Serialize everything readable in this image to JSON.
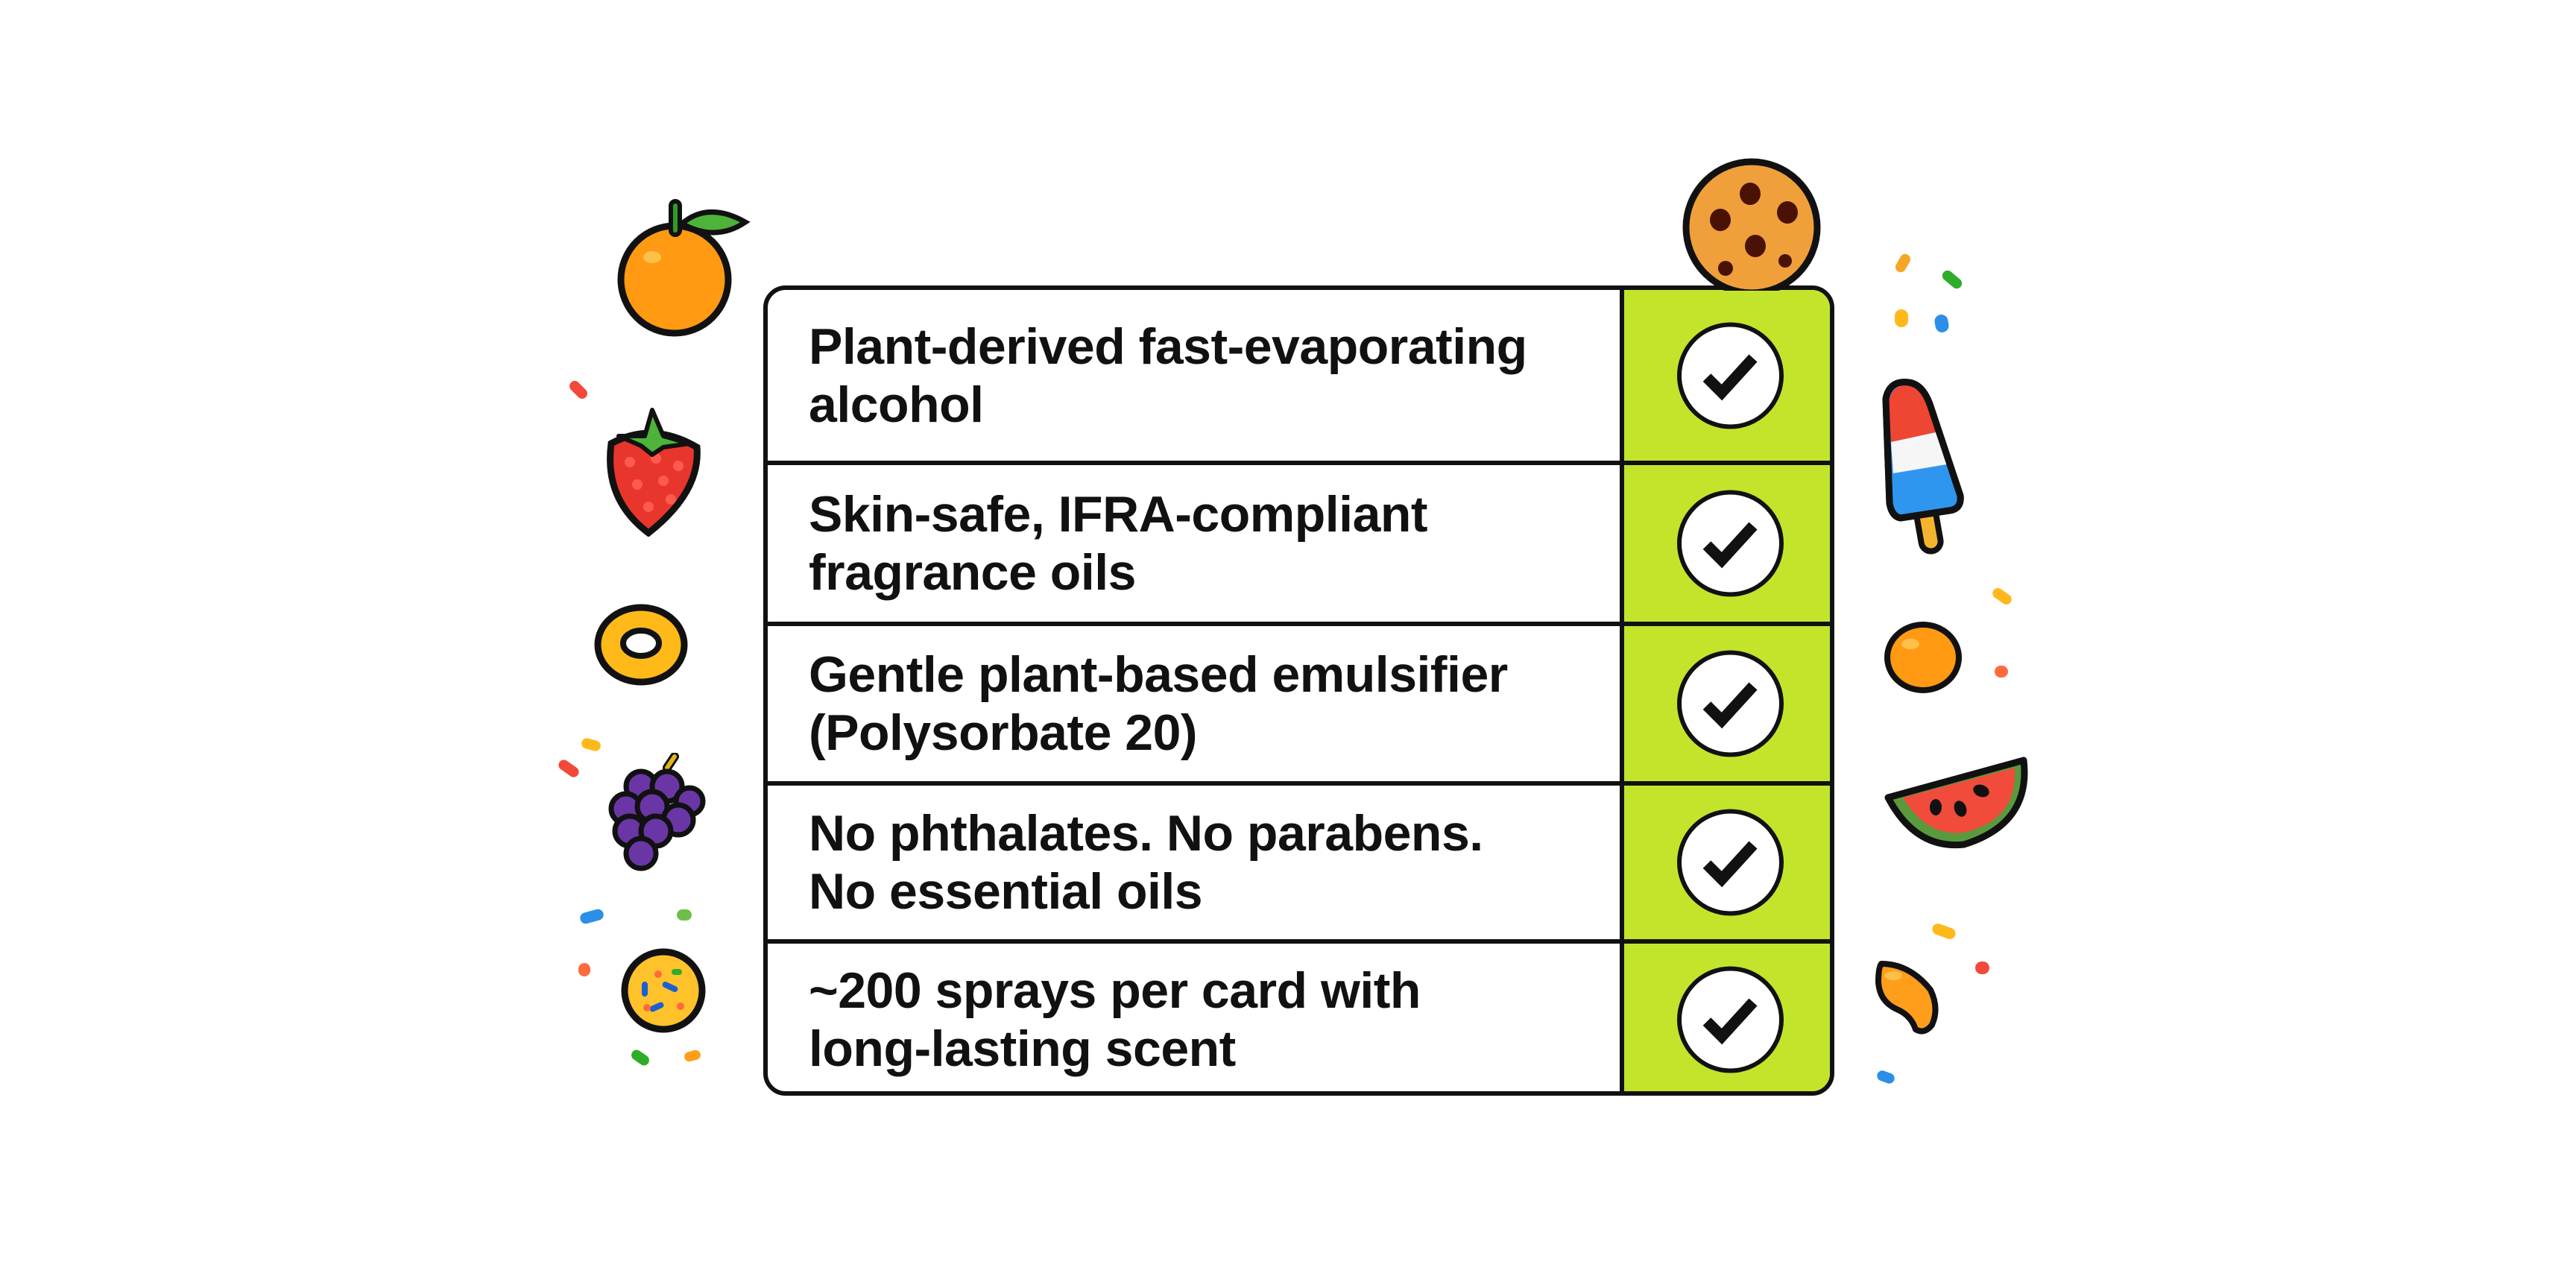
{
  "table": {
    "accent_color": "#C2E52B",
    "rows": [
      {
        "line1": "Plant-derived fast-evaporating",
        "line2": "alcohol",
        "checked": true
      },
      {
        "line1": "Skin-safe, IFRA-compliant",
        "line2": "fragrance oils",
        "checked": true
      },
      {
        "line1": "Gentle plant-based emulsifier",
        "line2": "(Polysorbate 20)",
        "checked": true
      },
      {
        "line1": "No phthalates. No parabens.",
        "line2": "No essential oils",
        "checked": true
      },
      {
        "line1": "~200 sprays per card with",
        "line2": "long-lasting scent",
        "checked": true
      }
    ]
  },
  "decorations": {
    "left": [
      "orange-icon",
      "strawberry-icon",
      "cereal-ring-icon",
      "grape-icon",
      "sprinkle-cookie-icon"
    ],
    "right": [
      "chocolate-chip-cookie-icon",
      "popsicle-icon",
      "orange-ball-icon",
      "watermelon-icon",
      "mango-icon"
    ],
    "sprinkle_colors": [
      "#F5A623",
      "#2EAD2A",
      "#FFB81C",
      "#2B8FE8",
      "#F2493A",
      "#FF6A3D"
    ]
  }
}
